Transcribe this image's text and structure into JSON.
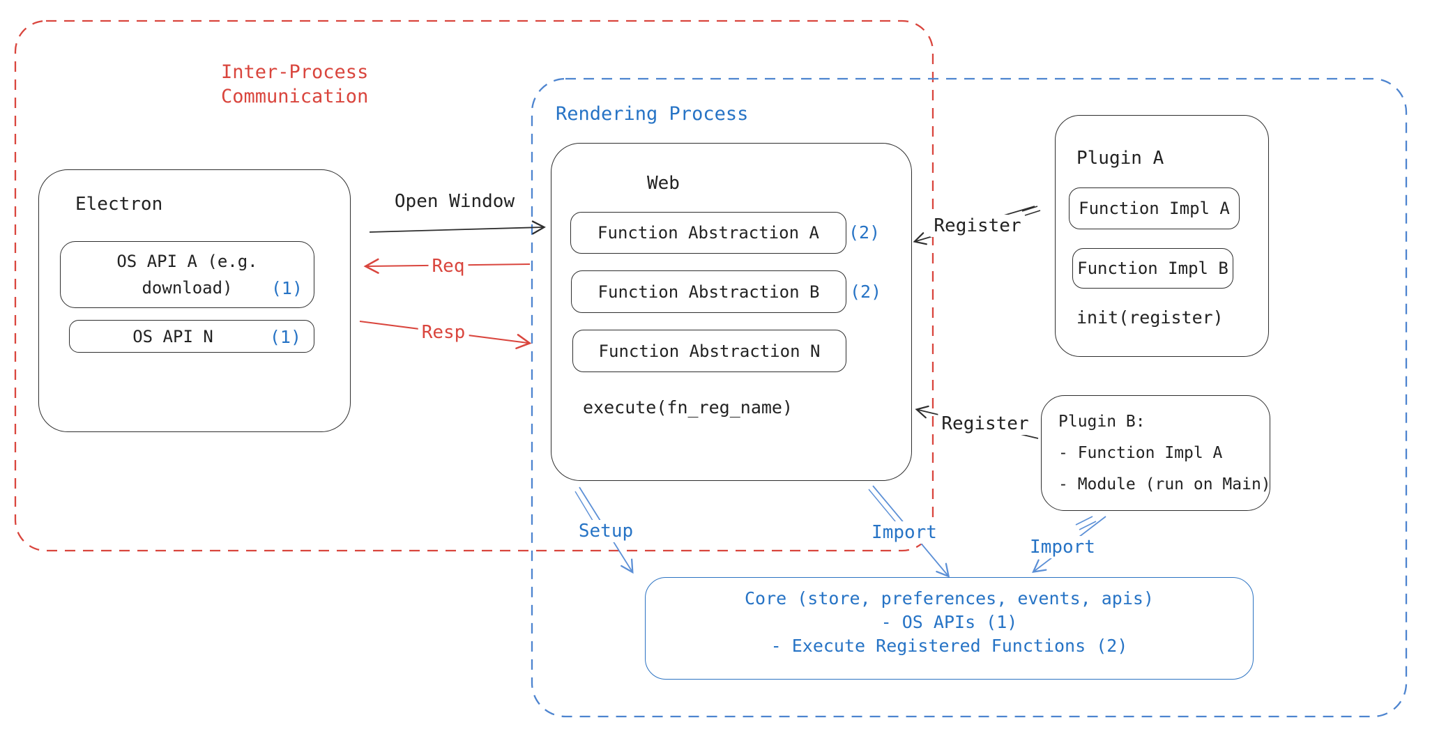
{
  "groups": {
    "ipc": {
      "line1": "Inter-Process",
      "line2": "Communication"
    },
    "rendering": {
      "label": "Rendering Process"
    }
  },
  "electron": {
    "title": "Electron",
    "os_api_a_line1": "OS API A (e.g.",
    "os_api_a_line2": "download)",
    "os_api_a_badge": "(1)",
    "os_api_n_label": "OS API N",
    "os_api_n_badge": "(1)"
  },
  "web": {
    "title": "Web",
    "fa_a_label": "Function Abstraction A",
    "fa_a_badge": "(2)",
    "fa_b_label": "Function Abstraction B",
    "fa_b_badge": "(2)",
    "fa_n_label": "Function Abstraction N",
    "execute_label": "execute(fn_reg_name)"
  },
  "plugin_a": {
    "title": "Plugin A",
    "impl_a_label": "Function Impl A",
    "impl_b_label": "Function Impl B",
    "init_label": "init(register)"
  },
  "plugin_b": {
    "line1": "Plugin B:",
    "line2": "- Function Impl A",
    "line3": "- Module (run on Main)"
  },
  "core": {
    "line1": "Core (store, preferences, events, apis)",
    "line2": "- OS APIs (1)",
    "line3": "- Execute Registered Functions (2)"
  },
  "arrows": {
    "open_window": "Open Window",
    "req": "Req",
    "resp": "Resp",
    "register_top": "Register",
    "register_bottom": "Register",
    "setup": "Setup",
    "import_web": "Import",
    "import_plugin": "Import"
  },
  "colors": {
    "red": "#d9453d",
    "blue_text": "#2673c5",
    "blue_dash": "#4d84cf",
    "blue_arrow": "#5b8fd6",
    "black": "#2d2d2d"
  }
}
